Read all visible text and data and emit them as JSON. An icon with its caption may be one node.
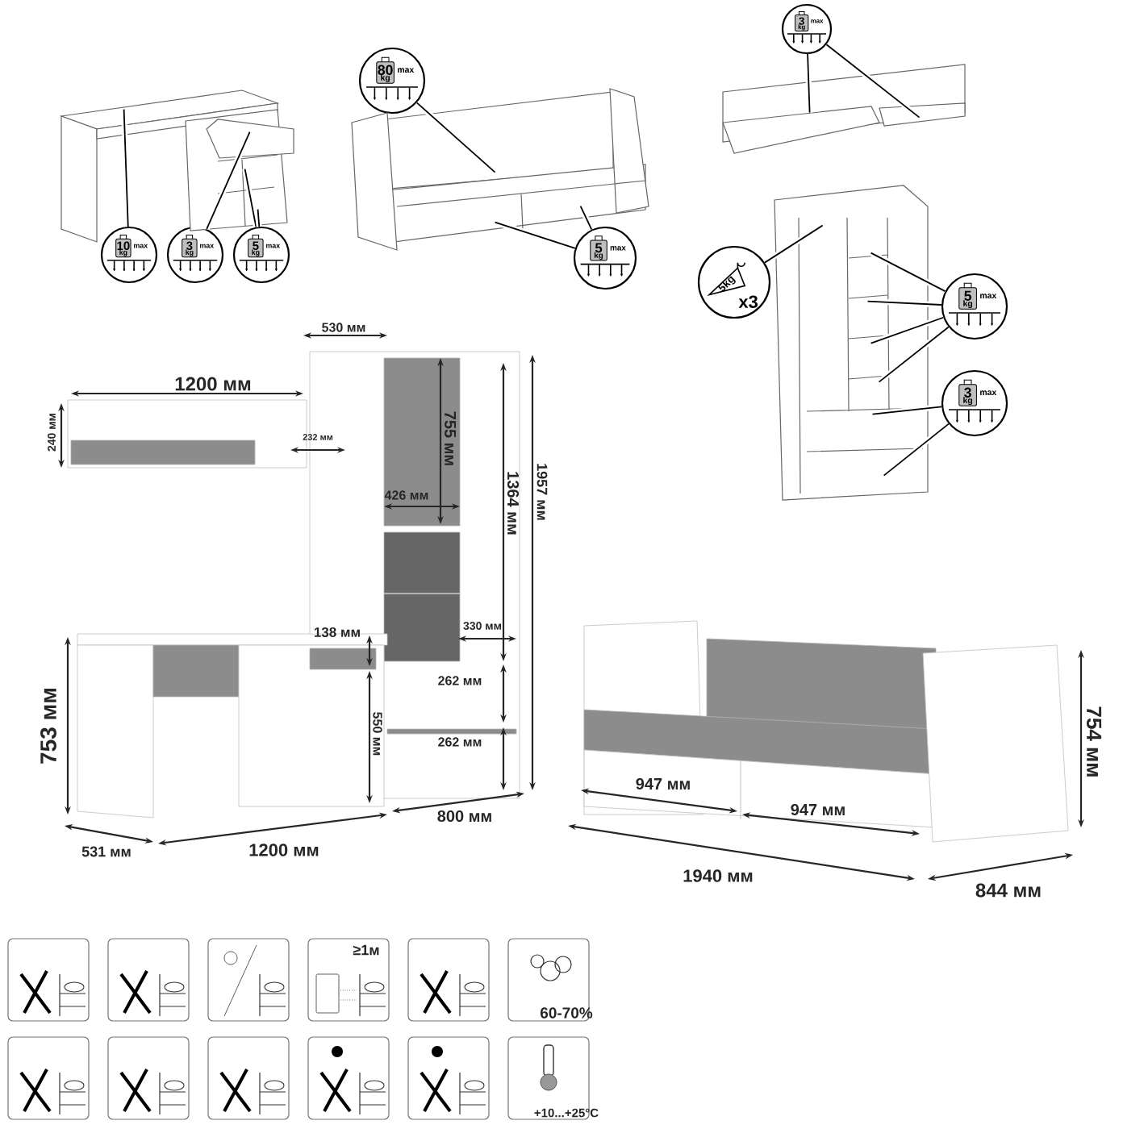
{
  "diagram": {
    "nodes": [
      {
        "text": [
          "10",
          "kg",
          "max"
        ]
      },
      {
        "text": [
          "3",
          "kg",
          "max"
        ]
      },
      {
        "text": [
          "5",
          "kg",
          "max"
        ]
      },
      {
        "text": [
          "80",
          "kg",
          "max"
        ]
      },
      {
        "text": [
          "5",
          "kg",
          "max"
        ]
      },
      {
        "text": [
          "3",
          "kg",
          "max"
        ]
      },
      {
        "text": [
          "5kg",
          "x3"
        ]
      },
      {
        "text": [
          "5",
          "kg",
          "max"
        ]
      },
      {
        "text": [
          "3",
          "kg",
          "max"
        ]
      },
      {
        "text": [],
        "shape": "picture"
      },
      {
        "text": [],
        "shape": "picture"
      },
      {
        "text": [],
        "shape": "picture"
      },
      {
        "text": [],
        "shape": "picture"
      }
    ],
    "edges": [
      {
        "from": 0,
        "to": 9,
        "arrow": "none"
      },
      {
        "from": 1,
        "to": 9,
        "arrow": "none"
      },
      {
        "from": 2,
        "to": 9,
        "arrow": "none"
      },
      {
        "from": 2,
        "to": 9,
        "arrow": "none"
      },
      {
        "from": 3,
        "to": 10,
        "arrow": "none"
      },
      {
        "from": 4,
        "to": 10,
        "arrow": "none"
      },
      {
        "from": 4,
        "to": 10,
        "arrow": "none"
      },
      {
        "from": 5,
        "to": 11,
        "arrow": "none"
      },
      {
        "from": 5,
        "to": 11,
        "arrow": "none"
      },
      {
        "from": 6,
        "to": 12,
        "arrow": "none"
      },
      {
        "from": 7,
        "to": 12,
        "arrow": "none"
      },
      {
        "from": 7,
        "to": 12,
        "arrow": "none"
      },
      {
        "from": 7,
        "to": 12,
        "arrow": "none"
      },
      {
        "from": 7,
        "to": 12,
        "arrow": "none"
      },
      {
        "from": 8,
        "to": 12,
        "arrow": "none"
      },
      {
        "from": 8,
        "to": 12,
        "arrow": "none"
      }
    ],
    "labels": [
      "530 мм",
      "1200 мм",
      "240 мм",
      "232 мм",
      "755 мм",
      "426 мм",
      "1364 мм",
      "1957 мм",
      "330 мм",
      "138 мм",
      "262 мм",
      "550 мм",
      "753 мм",
      "262 мм",
      "947 мм",
      "754 мм",
      "947 мм",
      "800 мм",
      "1200 мм",
      "531 мм",
      "1940 мм",
      "844 мм",
      "≥1м",
      "60-70%",
      "+10...+25°C"
    ]
  }
}
